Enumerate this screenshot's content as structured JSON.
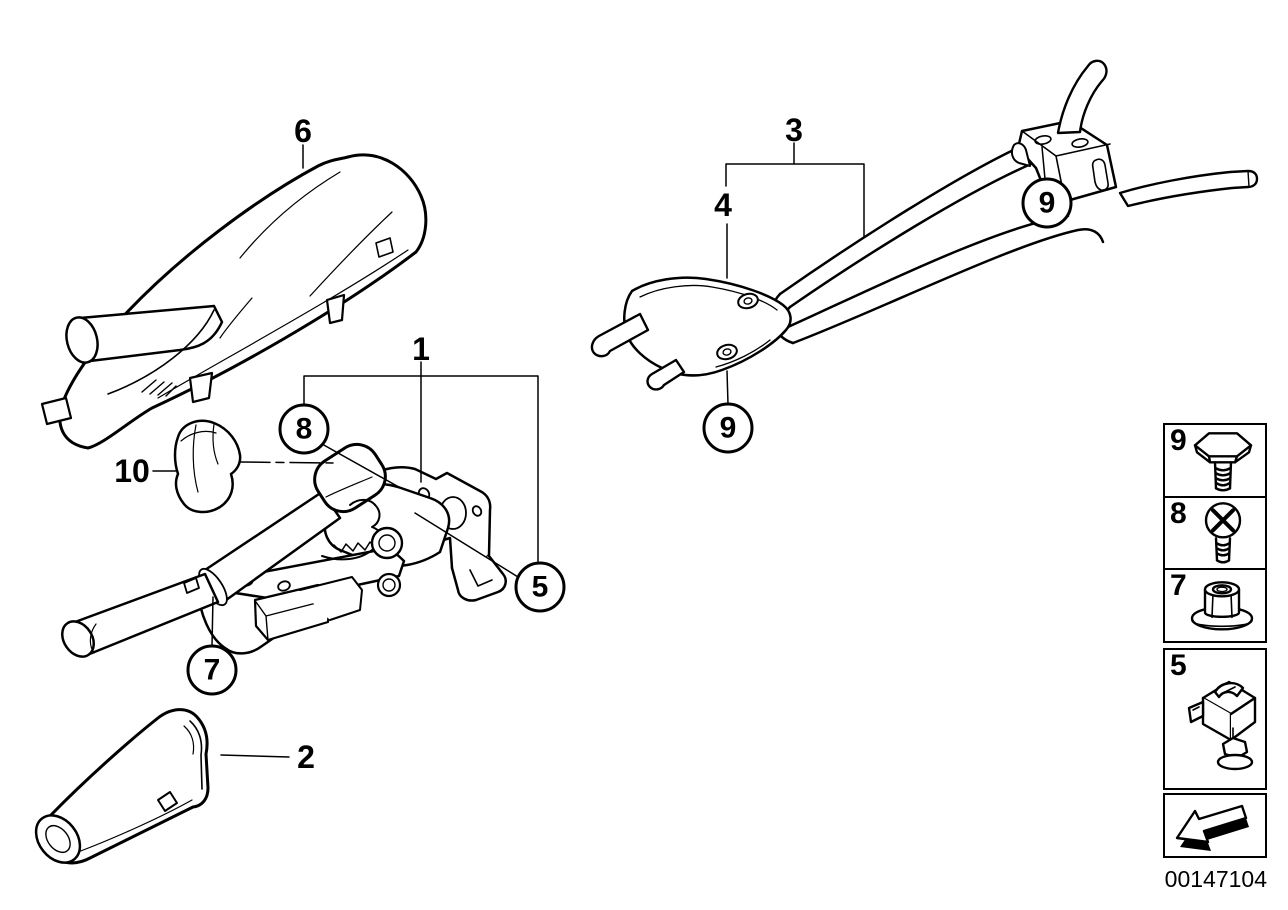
{
  "diagram": {
    "doc_number": "00147104",
    "background": "#ffffff",
    "line_color": "#000000"
  },
  "labels": {
    "cover": "6",
    "cable_assembly": "3",
    "equalizer": "4",
    "lever": "1",
    "button": "10",
    "boot": "2"
  },
  "callouts": {
    "screw": "8",
    "clip": "5",
    "nut": "7",
    "bolt_upper": "9",
    "bolt_lower": "9"
  },
  "legend": {
    "rows": [
      {
        "number": "9",
        "icon": "hex-bolt-icon"
      },
      {
        "number": "8",
        "icon": "phillips-screw-icon"
      },
      {
        "number": "7",
        "icon": "flange-nut-icon"
      },
      {
        "number": "5",
        "icon": "cage-nut-clip-icon"
      }
    ],
    "direction_icon": "arrow-down-left-icon"
  }
}
